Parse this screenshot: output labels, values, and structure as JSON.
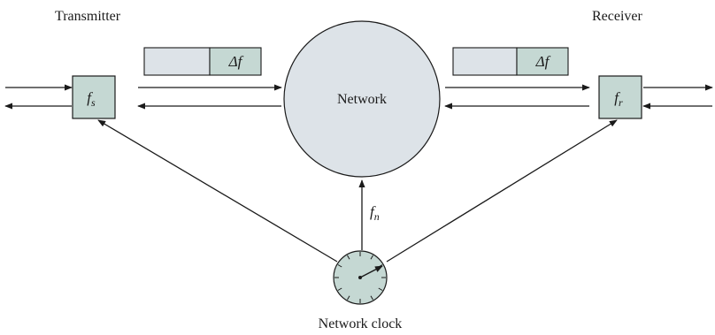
{
  "labels": {
    "transmitter": "Transmitter",
    "receiver": "Receiver",
    "network": "Network",
    "network_clock": "Network clock"
  },
  "blocks": {
    "sender_freq": {
      "base": "f",
      "sub": "s"
    },
    "receiver_freq": {
      "base": "f",
      "sub": "r"
    },
    "network_freq": {
      "base": "f",
      "sub": "n"
    }
  },
  "buffer_label": "Δf",
  "colors": {
    "fill": "#dde3e8",
    "fill_dark": "#c5d8d3",
    "stroke": "#1a1a1a"
  }
}
